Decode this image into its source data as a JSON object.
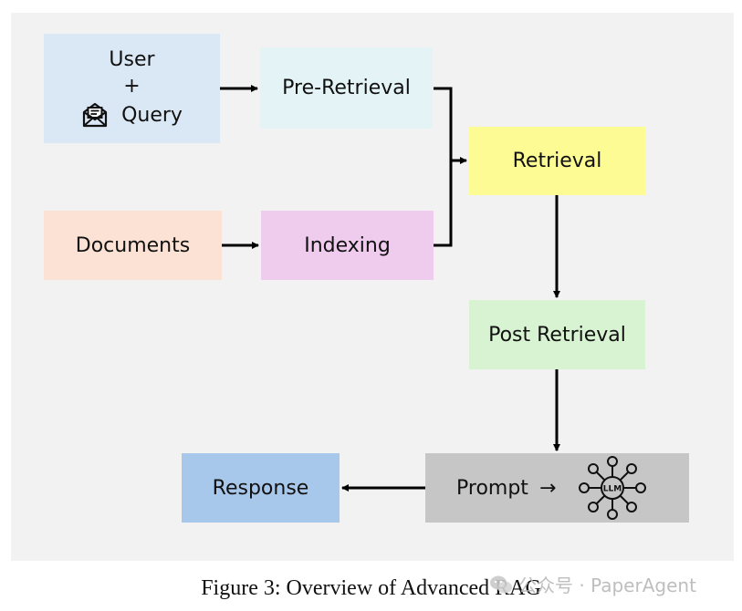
{
  "nodes": {
    "user": "User",
    "plus": "+",
    "query": "Query",
    "pre_retrieval": "Pre-Retrieval",
    "documents": "Documents",
    "indexing": "Indexing",
    "retrieval": "Retrieval",
    "post_retrieval": "Post Retrieval",
    "prompt": "Prompt",
    "prompt_arrow": "→",
    "response": "Response",
    "llm_label": "LLM"
  },
  "icons": {
    "query": "envelope-letter-icon",
    "llm": "llm-network-icon",
    "watermark": "wechat-icon"
  },
  "caption": "Figure 3: Overview of Advanced RAG",
  "watermark": "公众号 · PaperAgent"
}
